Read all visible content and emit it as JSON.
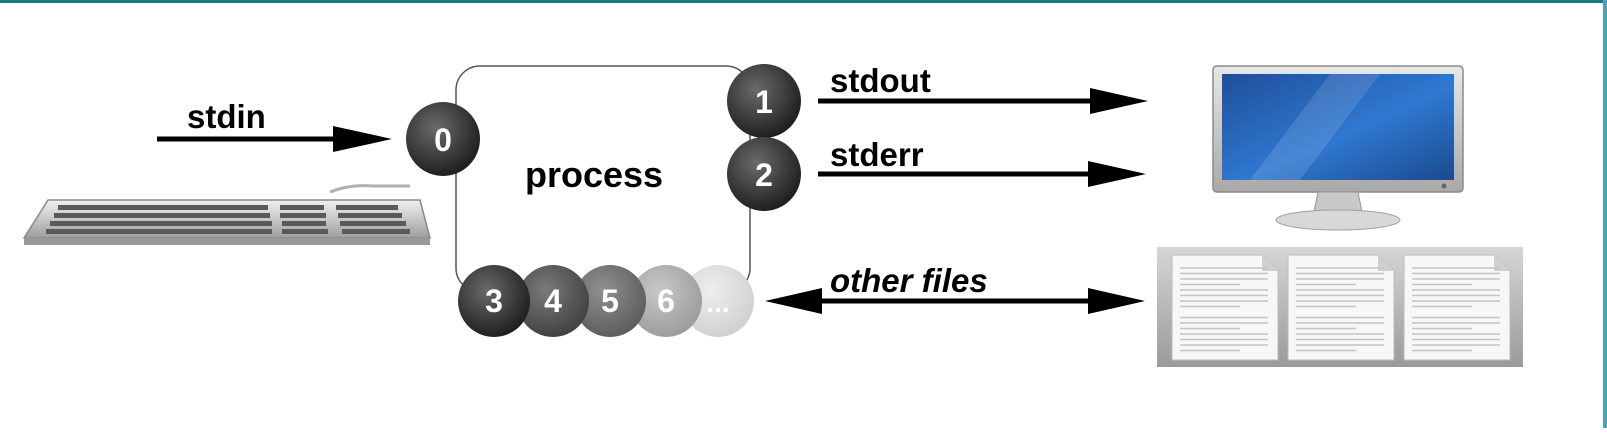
{
  "diagram": {
    "process_label": "process",
    "stdin_label": "stdin",
    "stdout_label": "stdout",
    "stderr_label": "stderr",
    "other_files_label": "other files",
    "fd": {
      "in": "0",
      "out": "1",
      "err": "2",
      "extra": [
        "3",
        "4",
        "5",
        "6",
        "..."
      ]
    }
  },
  "colors": {
    "frame_top": "#2f6f88",
    "frame_right": "#4aa0b5",
    "arrow": "#000000",
    "fd_dark": "#333333",
    "screen_blue": "#1d5fb8"
  },
  "icons": {
    "input_device": "keyboard-icon",
    "output_device": "monitor-icon",
    "files": "documents-icon"
  }
}
